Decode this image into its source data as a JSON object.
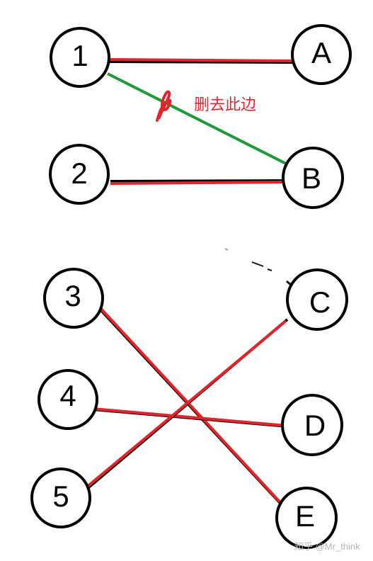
{
  "diagram": {
    "nodes": {
      "n1": "1",
      "nA": "A",
      "n2": "2",
      "nB": "B",
      "n3": "3",
      "nC": "C",
      "n4": "4",
      "nD": "D",
      "n5": "5",
      "nE": "E"
    },
    "annotation": "删去此边",
    "watermark": "知乎 @Mr_think",
    "colors": {
      "matched_edge": "#e0262b",
      "removed_edge": "#1f9a3a",
      "node_outline": "#000000"
    }
  }
}
